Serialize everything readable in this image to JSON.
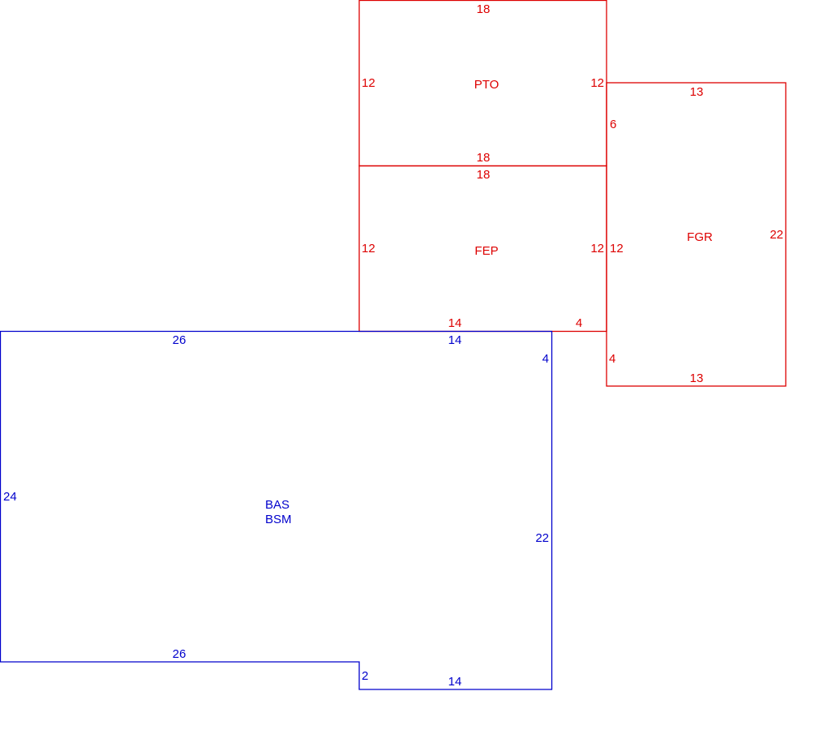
{
  "colors": {
    "main": "#0000cc",
    "addition": "#dd0000"
  },
  "areas": {
    "pto": {
      "label": "PTO"
    },
    "fep": {
      "label": "FEP"
    },
    "fgr": {
      "label": "FGR"
    },
    "bas": {
      "label": "BAS",
      "label2": "BSM"
    }
  },
  "dimensions": {
    "pto_top": "18",
    "pto_left": "12",
    "pto_right": "12",
    "pto_bottom": "18",
    "fep_top": "18",
    "fep_left": "12",
    "fep_right": "12",
    "fep_bottom_14": "14",
    "fep_bottom_4": "4",
    "fgr_top": "13",
    "fgr_left_6": "6",
    "fgr_left_12": "12",
    "fgr_left_4": "4",
    "fgr_right": "22",
    "fgr_bottom": "13",
    "bas_top_26": "26",
    "bas_top_14": "14",
    "bas_right_4": "4",
    "bas_right_22": "22",
    "bas_left": "24",
    "bas_bottom_26": "26",
    "bas_step_2": "2",
    "bas_bottom_14": "14"
  }
}
